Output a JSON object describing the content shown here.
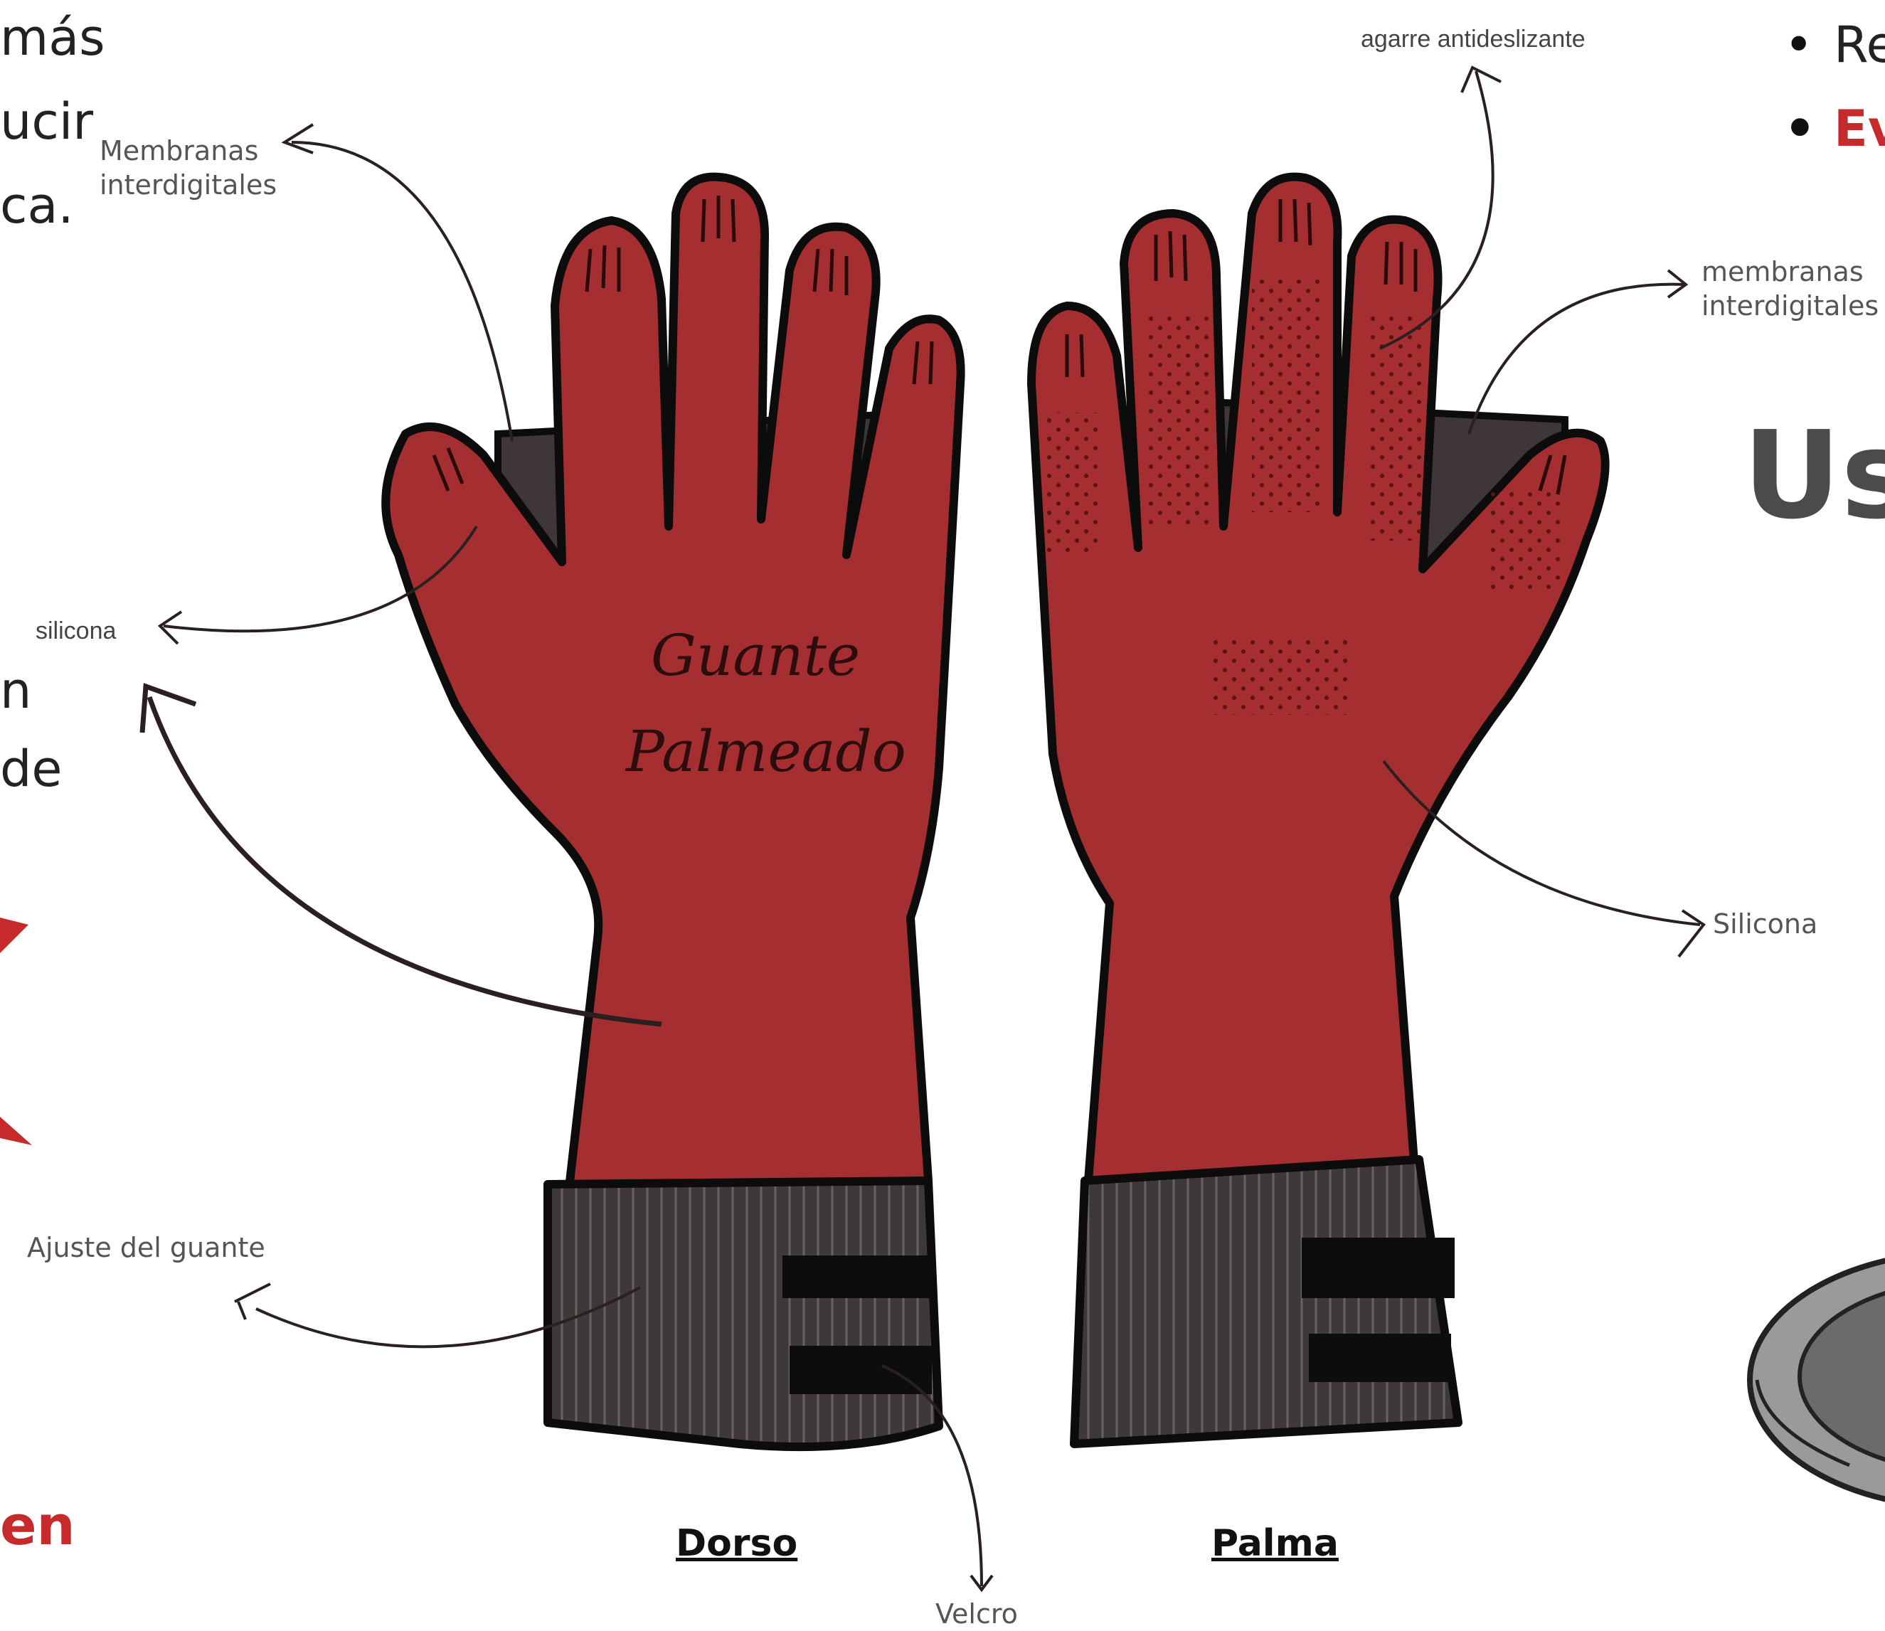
{
  "colors": {
    "glove_red": "#a52f30",
    "cuff": "#3e3838",
    "outline": "#0c0c0c",
    "accent_red": "#c62a2a",
    "heading_gray": "#4b4b4b"
  },
  "left_fragments": {
    "line1": "más",
    "line2": "ucir",
    "line3": "ca.",
    "line4": "n",
    "line5": "de",
    "line6": "en"
  },
  "right_fragments": {
    "bullet1": "Re",
    "bullet2": "Ev",
    "heading": "Us"
  },
  "callouts": {
    "membranas_left": [
      "Membranas",
      "interdigitales"
    ],
    "silicona_left": "silicona",
    "ajuste": "Ajuste del guante",
    "agarre": "agarre antideslizante",
    "membranas_right": [
      "membranas",
      "interdigitales"
    ],
    "silicona_right": "Silicona",
    "velcro": "Velcro"
  },
  "glove_title": [
    "Guante",
    "Palmeado"
  ],
  "labels": {
    "dorso": "Dorso",
    "palma": "Palma"
  },
  "icons": {
    "pan": "frying-pan-icon",
    "arrow": "curved-arrow-icon"
  }
}
